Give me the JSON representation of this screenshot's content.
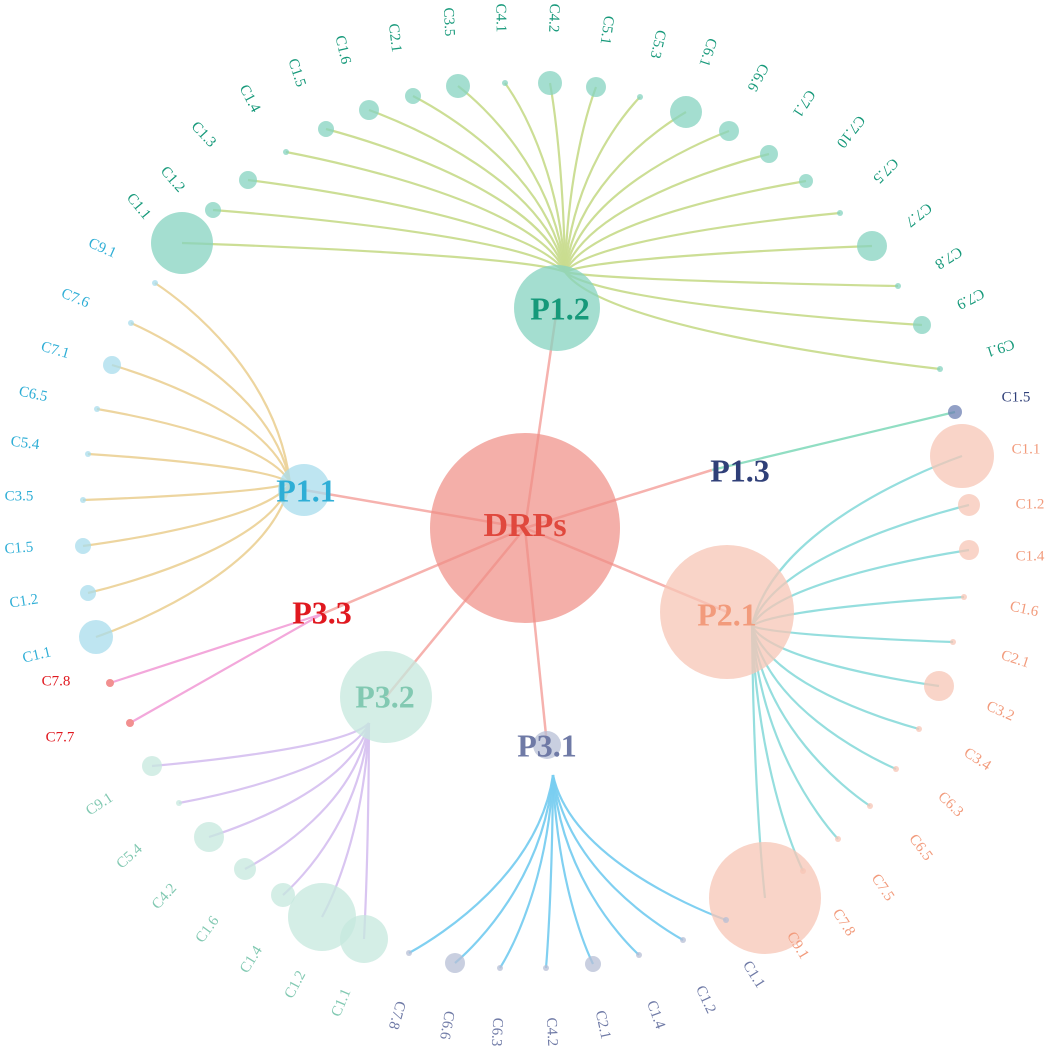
{
  "center": {
    "label": "DRPs",
    "color": "#f08d84",
    "text_color": "#e0483d"
  },
  "groups": [
    {
      "id": "P1.2",
      "color": "#86d3c0",
      "text_color": "#16997a",
      "link_color": "#c9dc8f",
      "hub_fan_color": "#5fae3c",
      "children": [
        "C1.1",
        "C1.2",
        "C1.3",
        "C1.4",
        "C1.5",
        "C1.6",
        "C2.1",
        "C3.5",
        "C4.1",
        "C4.2",
        "C5.1",
        "C5.3",
        "C6.1",
        "C6.6",
        "C7.1",
        "C7.10",
        "C7.5",
        "C7.7",
        "C7.8",
        "C7.9",
        "C9.1"
      ]
    },
    {
      "id": "P1.1",
      "color": "#a8dcec",
      "text_color": "#2eaed6",
      "link_color": "#ecd39a",
      "children": [
        "C9.1",
        "C7.6",
        "C7.1",
        "C6.5",
        "C5.4",
        "C3.5",
        "C1.5",
        "C1.2",
        "C1.1"
      ]
    },
    {
      "id": "P1.3",
      "color": "#6d80b3",
      "text_color": "#2f3f78",
      "link_color": "#8bdcc0",
      "children": [
        "C1.5"
      ]
    },
    {
      "id": "P2.1",
      "color": "#f7c6b5",
      "text_color": "#f29b7c",
      "link_color": "#8fdcdc",
      "children": [
        "C1.1",
        "C1.2",
        "C1.4",
        "C1.6",
        "C2.1",
        "C3.2",
        "C3.4",
        "C6.3",
        "C6.5",
        "C7.5",
        "C7.8",
        "C9.1"
      ]
    },
    {
      "id": "P3.1",
      "color": "#b7bfd6",
      "text_color": "#6f7aa6",
      "link_color": "#79cdf0",
      "children": [
        "C1.1",
        "C1.2",
        "C1.4",
        "C2.1",
        "C4.2",
        "C6.3",
        "C6.6",
        "C7.8"
      ]
    },
    {
      "id": "P3.2",
      "color": "#c5e8dd",
      "text_color": "#82c9b2",
      "link_color": "#d7c2f0",
      "children": [
        "C1.1",
        "C1.2",
        "C1.4",
        "C1.6",
        "C4.2",
        "C5.4",
        "C9.1"
      ]
    },
    {
      "id": "P3.3",
      "color": "#f29090",
      "text_color": "#e0181f",
      "link_color": "#f2a3d9",
      "children": [
        "C7.7",
        "C7.8"
      ]
    }
  ]
}
